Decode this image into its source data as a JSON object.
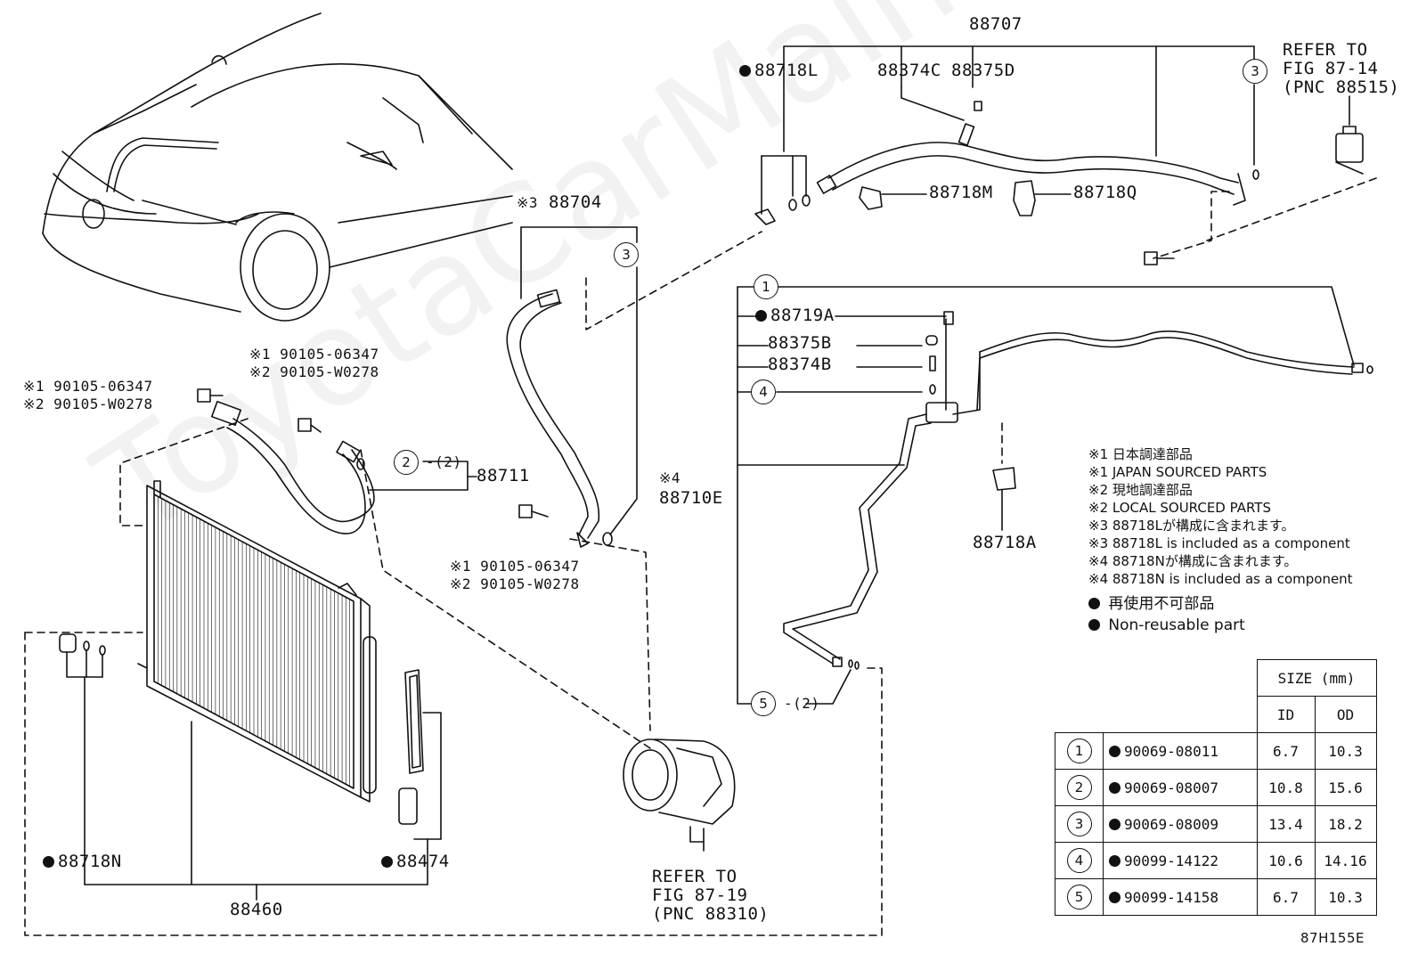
{
  "watermark": "ToyotaCarMaine.ru",
  "parts": {
    "p88707": "88707",
    "p88718L": "88718L",
    "p88374C": "88374C",
    "p88375D": "88375D",
    "refer1": [
      "REFER TO",
      "FIG 87-14",
      "(PNC 88515)"
    ],
    "p88718M": "88718M",
    "p88718Q": "88718Q",
    "p88704": "88704",
    "mark3": "※3",
    "p88719A": "88719A",
    "p88375B": "88375B",
    "p88374B": "88374B",
    "mark4": "※4",
    "p88710E": "88710E",
    "p88718A": "88718A",
    "bolt_a": [
      "※1 90105-06347",
      "※2 90105-W0278"
    ],
    "bolt_b": [
      "※1 90105-06347",
      "※2 90105-W0278"
    ],
    "bolt_c": [
      "※1 90105-06347",
      "※2 90105-W0278"
    ],
    "p88711": "88711",
    "qty2": "-(2)",
    "p88718N": "88718N",
    "p88474": "88474",
    "p88460": "88460",
    "refer2": [
      "REFER TO",
      "FIG 87-19",
      "(PNC 88310)"
    ],
    "figure_code": "87H155E"
  },
  "callouts": {
    "c1": "1",
    "c2": "2",
    "c3": "3",
    "c4": "4",
    "c5": "5"
  },
  "legend": [
    "※1 日本調達部品",
    "※1 JAPAN SOURCED PARTS",
    "※2 現地調達部品",
    "※2 LOCAL SOURCED PARTS",
    "※3 88718Lが構成に含まれます。",
    "※3 88718L is included as a component",
    "※4 88718Nが構成に含まれます。",
    "※4 88718N is included as a component",
    "再使用不可部品",
    "Non-reusable part"
  ],
  "size_table": {
    "title": "SIZE (mm)",
    "col_id": "ID",
    "col_od": "OD",
    "rows": [
      {
        "no": "1",
        "part": "90069-08011",
        "id": "6.7",
        "od": "10.3"
      },
      {
        "no": "2",
        "part": "90069-08007",
        "id": "10.8",
        "od": "15.6"
      },
      {
        "no": "3",
        "part": "90069-08009",
        "id": "13.4",
        "od": "18.2"
      },
      {
        "no": "4",
        "part": "90099-14122",
        "id": "10.6",
        "od": "14.16"
      },
      {
        "no": "5",
        "part": "90099-14158",
        "id": "6.7",
        "od": "10.3"
      }
    ]
  }
}
